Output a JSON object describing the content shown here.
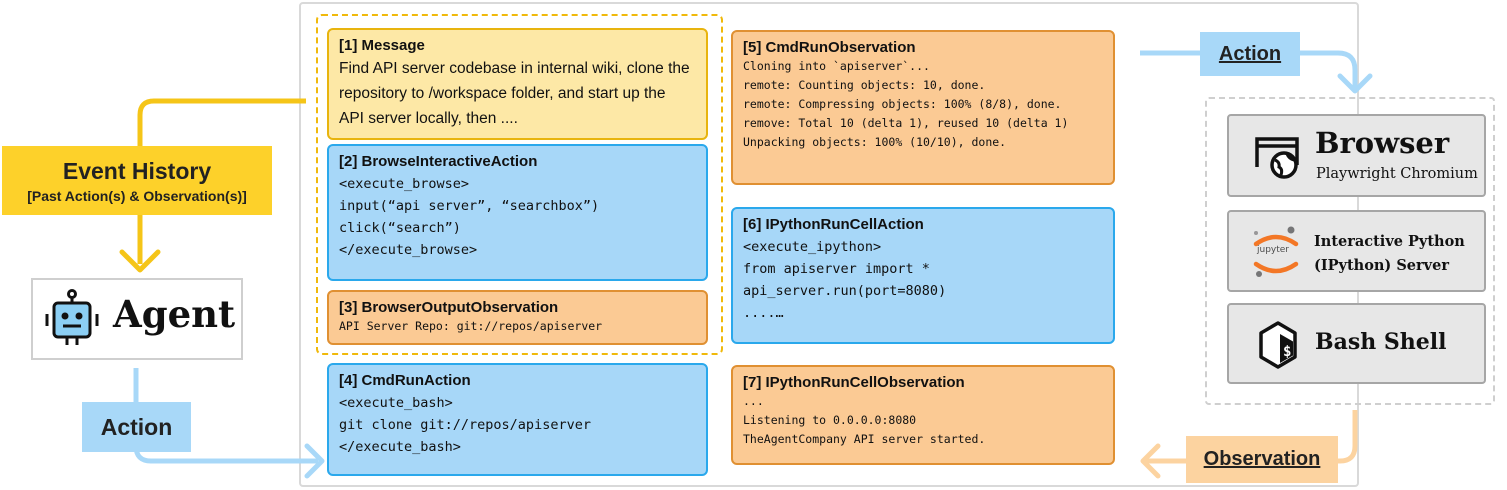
{
  "event_history": {
    "title": "Event History",
    "subtitle": "[Past Action(s) & Observation(s)]"
  },
  "agent": {
    "label": "Agent"
  },
  "left_action": {
    "label": "Action"
  },
  "right_action": {
    "label": "Action"
  },
  "observation": {
    "label": "Observation"
  },
  "tools": {
    "browser": {
      "title": "Browser",
      "subtitle": "Playwright Chromium"
    },
    "jupyter": {
      "logo_text": "jupyter",
      "line1": "Interactive Python",
      "line2": "(IPython) Server"
    },
    "bash": {
      "title": "Bash Shell"
    }
  },
  "events": {
    "e1": {
      "title": "[1] Message",
      "lines": [
        "Find API server codebase in internal wiki, clone the",
        "repository to /workspace folder, and start up the",
        "API server locally, then ...."
      ]
    },
    "e2": {
      "title": "[2] BrowseInteractiveAction",
      "lines": [
        "<execute_browse>",
        "input(“api server”, “searchbox”)",
        "click(“search”)",
        "</execute_browse>"
      ]
    },
    "e3": {
      "title": "[3] BrowserOutputObservation",
      "lines": [
        "API Server Repo: git://repos/apiserver"
      ]
    },
    "e4": {
      "title": "[4] CmdRunAction",
      "lines": [
        "<execute_bash>",
        "git clone git://repos/apiserver",
        "</execute_bash>"
      ]
    },
    "e5": {
      "title": "[5] CmdRunObservation",
      "lines": [
        "Cloning into `apiserver`...",
        "remote: Counting objects: 10, done.",
        "remote: Compressing objects: 100% (8/8), done.",
        "remove: Total 10 (delta 1), reused 10 (delta 1)",
        "Unpacking objects: 100% (10/10), done."
      ]
    },
    "e6": {
      "title": "[6] IPythonRunCellAction",
      "lines": [
        "<execute_ipython>",
        "from apiserver import *",
        "api_server.run(port=8080)",
        "....…"
      ]
    },
    "e7": {
      "title": "[7] IPythonRunCellObservation",
      "lines": [
        "...",
        "Listening to 0.0.0.0:8080",
        "TheAgentCompany API server started."
      ]
    }
  },
  "colors": {
    "message_fill": "#fde8a6",
    "message_border": "#e8b40e",
    "action_fill": "#a7d7f8",
    "action_border": "#2aa8ec",
    "observation_fill": "#fbca94",
    "observation_border": "#e09032",
    "event_history_fill": "#fdd12a",
    "arrow_yellow": "#f5c518",
    "arrow_blue": "#a8d8f8",
    "arrow_orange": "#fcd3a0",
    "agent_face": "#8ccff4"
  }
}
